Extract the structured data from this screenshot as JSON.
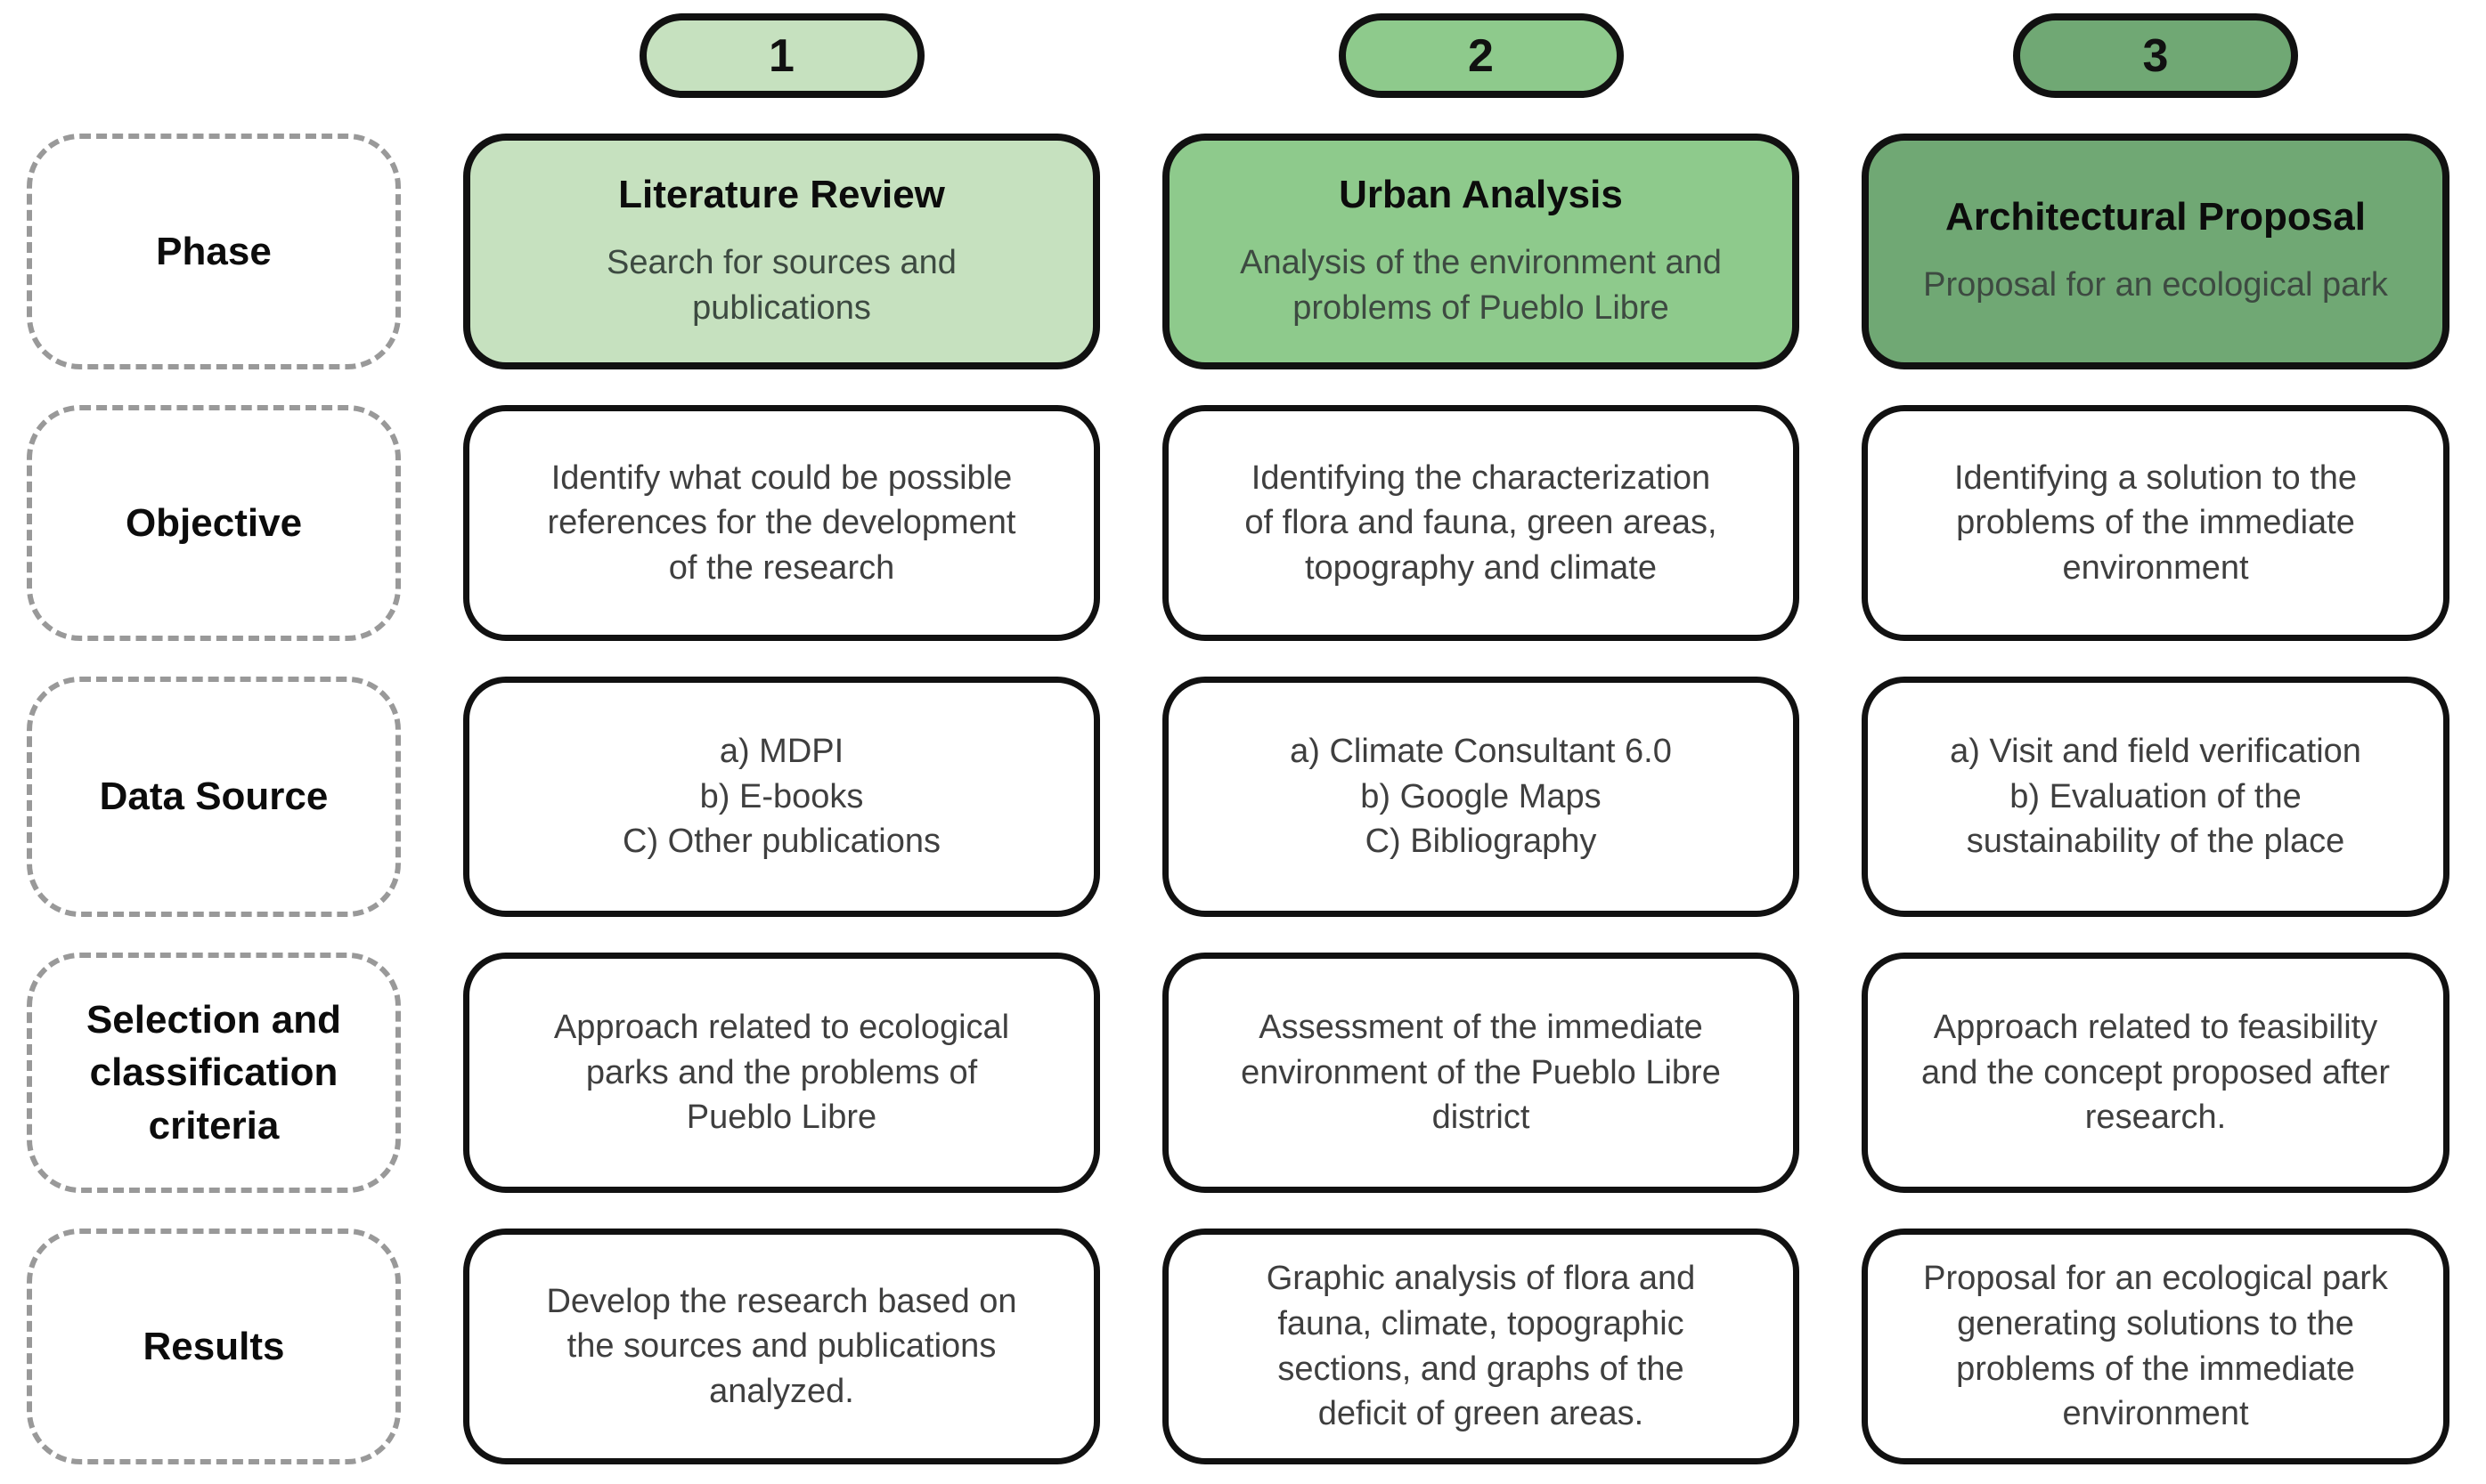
{
  "row_labels": {
    "phase": "Phase",
    "objective": "Objective",
    "data_source": "Data Source",
    "criteria": "Selection and\nclassification\ncriteria",
    "results": "Results"
  },
  "columns": [
    {
      "number": "1",
      "color": "#c6e1bf",
      "phase_title": "Literature Review",
      "phase_subtitle": "Search for sources and\npublications",
      "objective": "Identify what could be possible\nreferences for the development\nof the research",
      "data_source": "a) MDPI\nb) E-books\nC) Other publications",
      "criteria": "Approach related to ecological\nparks and the problems of\nPueblo Libre",
      "results": "Develop the research based on\nthe sources and publications\nanalyzed."
    },
    {
      "number": "2",
      "color": "#8eca8c",
      "phase_title": "Urban Analysis",
      "phase_subtitle": "Analysis of the environment and\nproblems of Pueblo Libre",
      "objective": "Identifying  the characterization\nof  flora and fauna, green areas,\ntopography and climate",
      "data_source": "a) Climate Consultant 6.0\nb) Google Maps\nC) Bibliography",
      "criteria": "Assessment of the immediate\nenvironment of the Pueblo Libre\ndistrict",
      "results": "Graphic analysis of flora and\nfauna, climate, topographic\nsections, and graphs of the\ndeficit of green areas."
    },
    {
      "number": "3",
      "color": "#70a874",
      "phase_title": "Architectural Proposal",
      "phase_subtitle": "Proposal for an ecological park",
      "objective": "Identifying a solution to the\nproblems of the immediate\nenvironment",
      "data_source": "a) Visit and field verification\nb) Evaluation of the\nsustainability of the place",
      "criteria": "Approach related to feasibility\nand the concept proposed after\nresearch.",
      "results": "Proposal for an ecological park\ngenerating solutions to the\nproblems of the immediate\nenvironment"
    }
  ]
}
